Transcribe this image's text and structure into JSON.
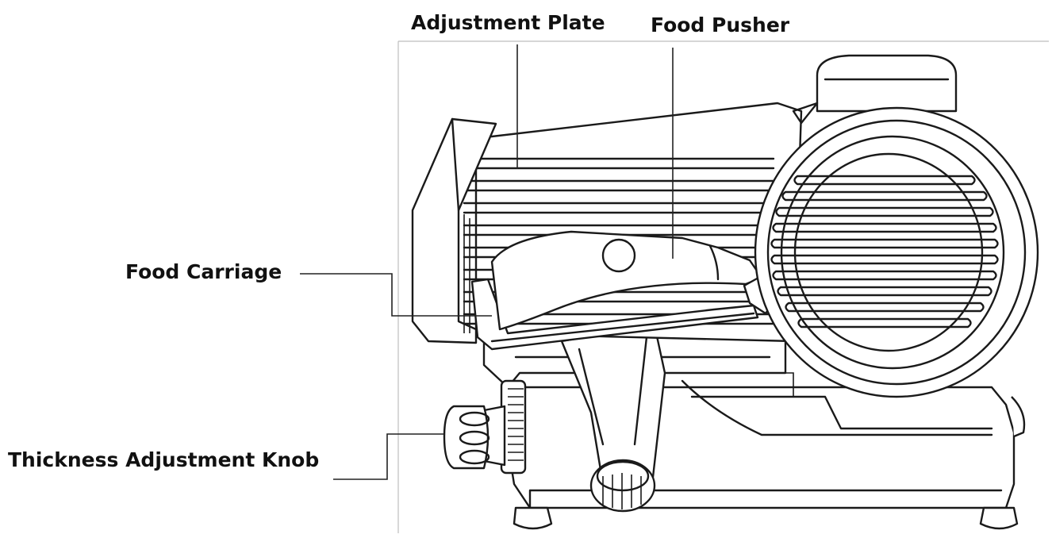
{
  "labels": {
    "adjustment_plate": "Adjustment Plate",
    "food_pusher": "Food Pusher",
    "food_carriage": "Food Carriage",
    "thickness_knob": "Thickness Adjustment Knob"
  },
  "colors": {
    "ink": "#1a1a1a",
    "background": "#ffffff",
    "frame": "#bdbdbd"
  }
}
